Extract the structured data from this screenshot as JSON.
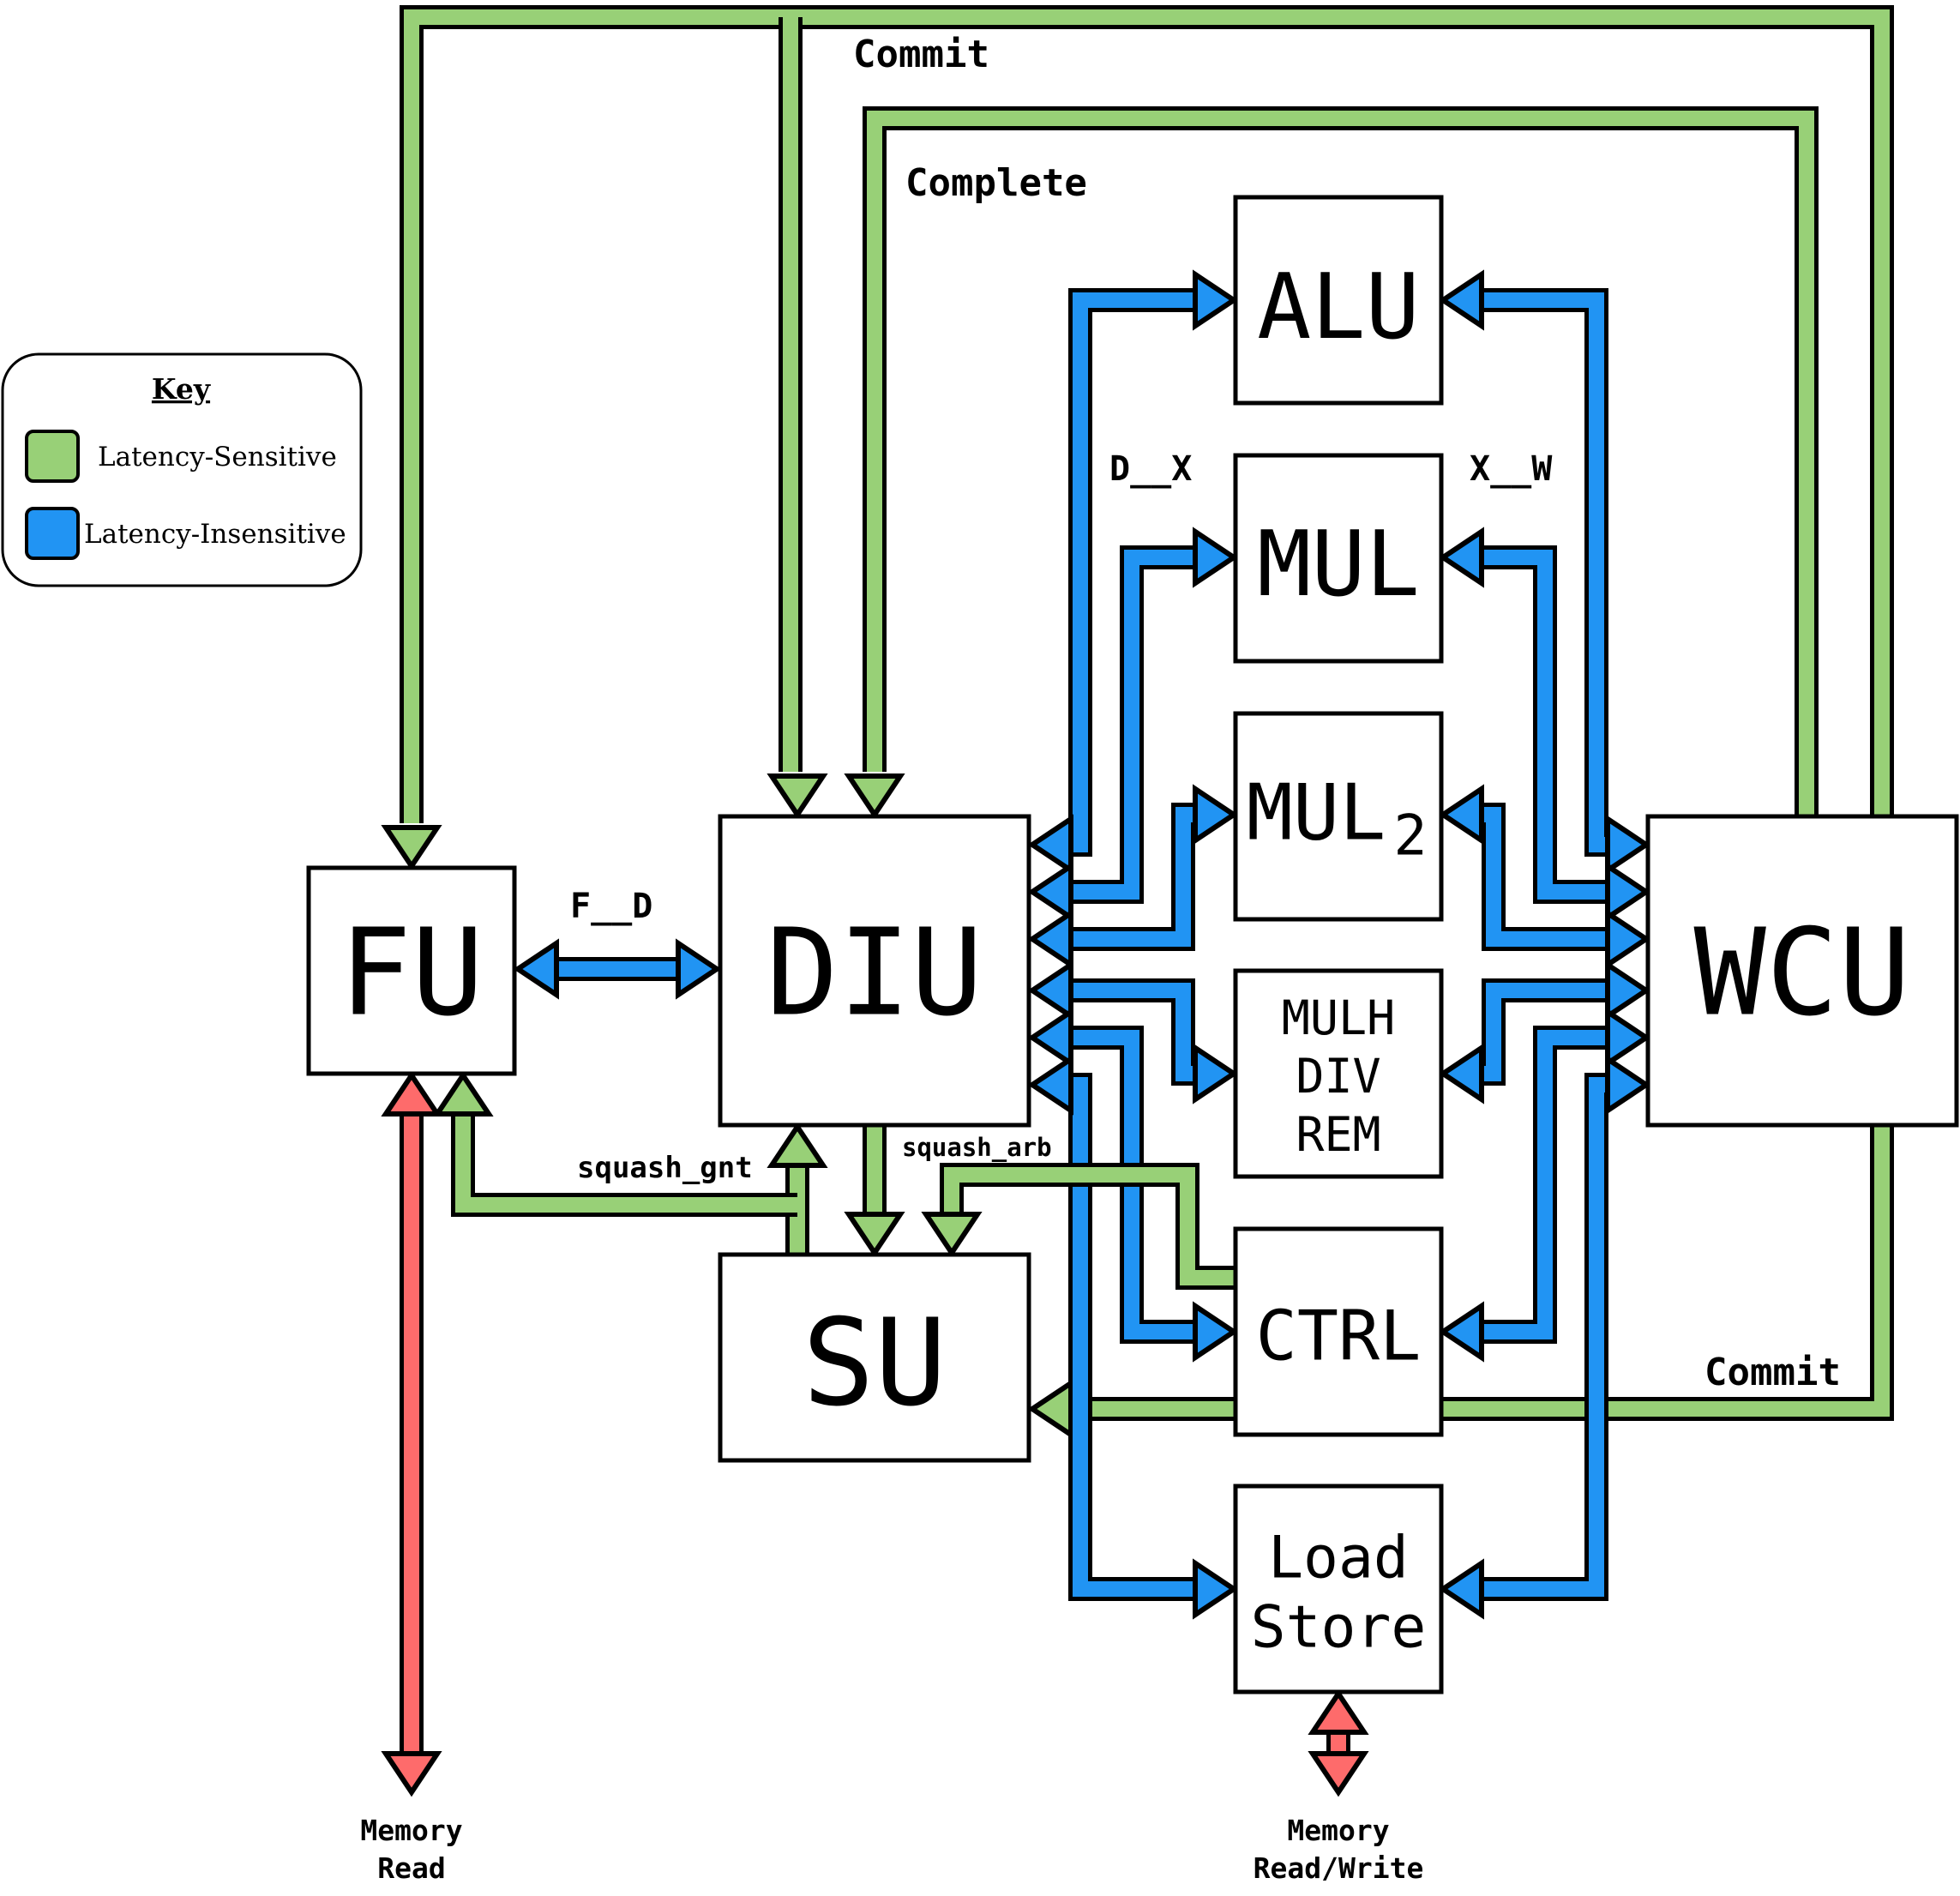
{
  "colors": {
    "latency_sensitive": "#98d077",
    "latency_insensitive": "#2194f3",
    "memory": "#fe6b6b",
    "outline": "#000000"
  },
  "key": {
    "title": "Key",
    "items": [
      {
        "label": "Latency-Sensitive",
        "type": "latency_sensitive"
      },
      {
        "label": "Latency-Insensitive",
        "type": "latency_insensitive"
      }
    ]
  },
  "units": {
    "fu": "FU",
    "diu": "DIU",
    "wcu": "WCU",
    "su": "SU",
    "alu": "ALU",
    "mul": "MUL",
    "mul2_base": "MUL",
    "mul2_sub": "2",
    "mulh_lines": [
      "MULH",
      "DIV",
      "REM"
    ],
    "ctrl": "CTRL",
    "lsu_lines": [
      "Load",
      "Store"
    ]
  },
  "signals": {
    "commit_top": "Commit",
    "complete": "Complete",
    "commit_bottom": "Commit",
    "f_d": "F__D",
    "d_x": "D__X",
    "x_w": "X__W",
    "squash_gnt": "squash_gnt",
    "squash_arb": "squash_arb",
    "mem_read_line1": "Memory",
    "mem_read_line2": "Read",
    "mem_rw_line1": "Memory",
    "mem_rw_line2": "Read/Write"
  },
  "connections": [
    {
      "id": "commit-to-fu",
      "kind": "latency_sensitive",
      "from": "WCU",
      "to": "FU",
      "label": "Commit"
    },
    {
      "id": "commit-to-diu",
      "kind": "latency_sensitive",
      "from": "WCU",
      "to": "DIU",
      "label": "Commit"
    },
    {
      "id": "complete-to-diu",
      "kind": "latency_sensitive",
      "from": "WCU",
      "to": "DIU",
      "label": "Complete"
    },
    {
      "id": "fu-diu",
      "kind": "latency_insensitive",
      "from": "FU",
      "to": "DIU",
      "label": "F__D",
      "bidirectional": true
    },
    {
      "id": "diu-alu",
      "kind": "latency_insensitive",
      "from": "DIU",
      "to": "ALU",
      "label": "D__X"
    },
    {
      "id": "diu-mul",
      "kind": "latency_insensitive",
      "from": "DIU",
      "to": "MUL",
      "label": "D__X"
    },
    {
      "id": "diu-mul2",
      "kind": "latency_insensitive",
      "from": "DIU",
      "to": "MUL2",
      "label": "D__X"
    },
    {
      "id": "diu-mulh",
      "kind": "latency_insensitive",
      "from": "DIU",
      "to": "MULH/DIV/REM",
      "label": "D__X"
    },
    {
      "id": "diu-ctrl",
      "kind": "latency_insensitive",
      "from": "DIU",
      "to": "CTRL",
      "label": "D__X"
    },
    {
      "id": "diu-lsu",
      "kind": "latency_insensitive",
      "from": "DIU",
      "to": "Load/Store",
      "label": "D__X"
    },
    {
      "id": "alu-wcu",
      "kind": "latency_insensitive",
      "from": "ALU",
      "to": "WCU",
      "label": "X__W"
    },
    {
      "id": "mul-wcu",
      "kind": "latency_insensitive",
      "from": "MUL",
      "to": "WCU",
      "label": "X__W"
    },
    {
      "id": "mul2-wcu",
      "kind": "latency_insensitive",
      "from": "MUL2",
      "to": "WCU",
      "label": "X__W"
    },
    {
      "id": "mulh-wcu",
      "kind": "latency_insensitive",
      "from": "MULH/DIV/REM",
      "to": "WCU",
      "label": "X__W"
    },
    {
      "id": "ctrl-wcu",
      "kind": "latency_insensitive",
      "from": "CTRL",
      "to": "WCU",
      "label": "X__W"
    },
    {
      "id": "lsu-wcu",
      "kind": "latency_insensitive",
      "from": "Load/Store",
      "to": "WCU",
      "label": "X__W"
    },
    {
      "id": "su-squash-gnt",
      "kind": "latency_sensitive",
      "from": "SU",
      "to": "FU, DIU",
      "label": "squash_gnt"
    },
    {
      "id": "diu-squash-arb",
      "kind": "latency_sensitive",
      "from": "DIU",
      "to": "SU",
      "label": "squash_arb"
    },
    {
      "id": "ctrl-squash-arb",
      "kind": "latency_sensitive",
      "from": "CTRL",
      "to": "SU",
      "label": "squash_arb"
    },
    {
      "id": "commit-to-su",
      "kind": "latency_sensitive",
      "from": "WCU",
      "to": "SU",
      "label": "Commit"
    },
    {
      "id": "fu-mem",
      "kind": "memory",
      "from": "FU",
      "to": "Memory",
      "label": "Memory Read",
      "bidirectional": true
    },
    {
      "id": "lsu-mem",
      "kind": "memory",
      "from": "Load/Store",
      "to": "Memory",
      "label": "Memory Read/Write",
      "bidirectional": true
    }
  ]
}
